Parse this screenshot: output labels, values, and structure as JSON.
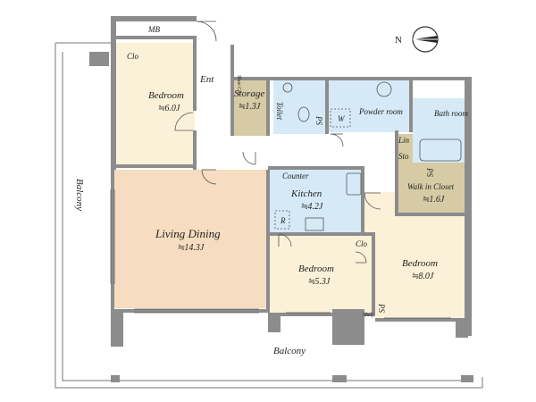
{
  "colors": {
    "wall": "#8c8c8c",
    "bedroom": "#fbf1d8",
    "living": "#f6dcc0",
    "wet": "#d6e9f6",
    "storage": "#d7cba6",
    "hall": "#ffffff",
    "balcony_line": "#777777"
  },
  "labels": {
    "mb": "MB",
    "ent": "Ent",
    "clo_top": "Clo",
    "shoe_clo": "Shoe Clo",
    "bedroom_nw": "Bedroom",
    "bedroom_nw_area": "≒6.0J",
    "storage": "Storage",
    "storage_area": "≒1.3J",
    "toilet": "Toilet",
    "ps_1": "PS",
    "w": "W",
    "powder": "Powder room",
    "bath": "Bath room",
    "lin": "Lin",
    "sto": "Sto",
    "ps_2": "PS",
    "walkin": "Walk in Closet",
    "walkin_area": "≒1.6J",
    "counter": "Counter",
    "kitchen": "Kitchen",
    "kitchen_area": "≒4.2J",
    "r": "R",
    "living": "Living Dining",
    "living_area": "≒14.3J",
    "bedroom_mid": "Bedroom",
    "bedroom_mid_area": "≒5.3J",
    "clo_mid": "Clo",
    "bedroom_se": "Bedroom",
    "bedroom_se_area": "≒8.0J",
    "shelf": "Shelf",
    "ps_3": "PS",
    "balcony_west": "Balcony",
    "balcony_south": "Balcony",
    "compass": "N"
  }
}
